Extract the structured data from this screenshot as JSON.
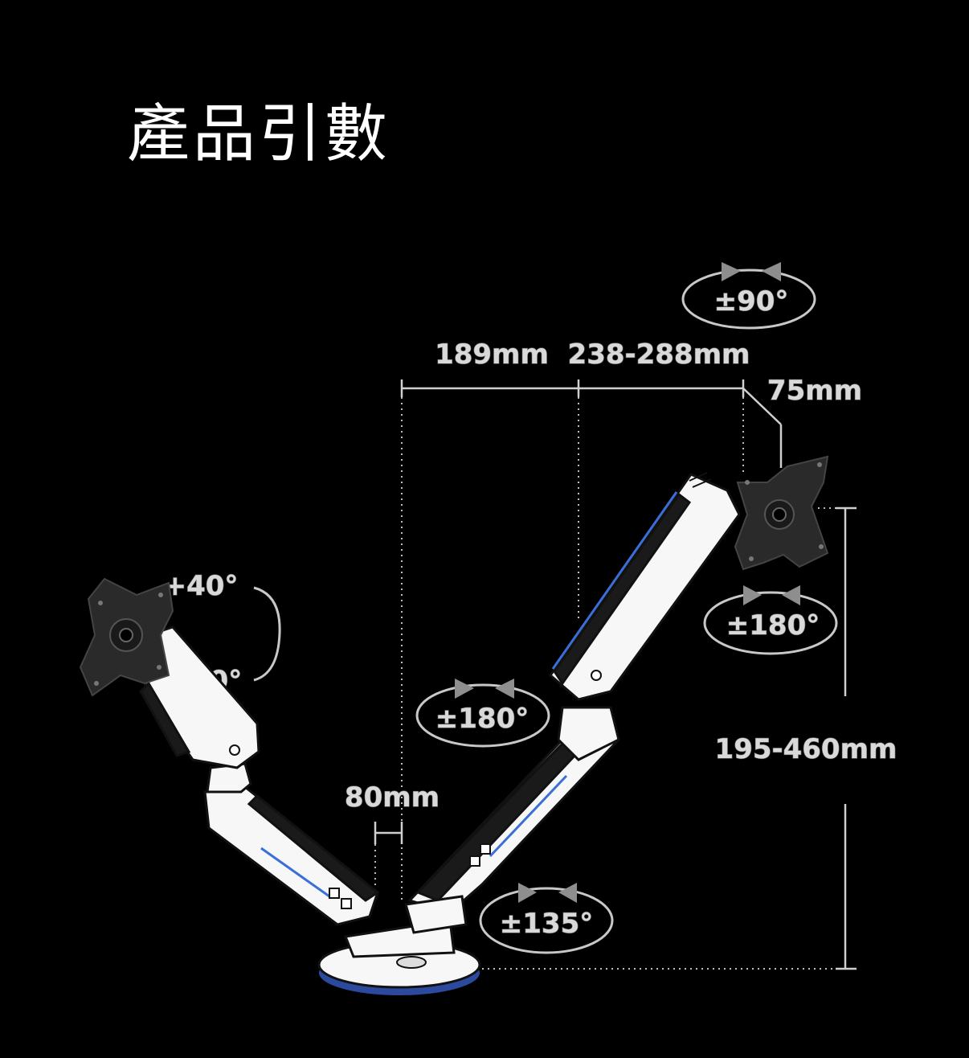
{
  "title": "產品引數",
  "rotations": {
    "tilt_up": "+40°",
    "tilt_down": "-40°",
    "top_rotation": "±90°",
    "monitor_swivel": "±180°",
    "arm_swivel": "±180°",
    "base_swivel": "±135°"
  },
  "dimensions": {
    "upper_span": "189mm",
    "lower_span": "238-288mm",
    "plate_offset": "75mm",
    "pole_gap": "80mm",
    "height_range": "195-460mm"
  },
  "colors": {
    "background": "#000000",
    "text": "#ffffff",
    "arm_body": "#f7f7f7",
    "accent_blue": "#3a6fd8"
  }
}
